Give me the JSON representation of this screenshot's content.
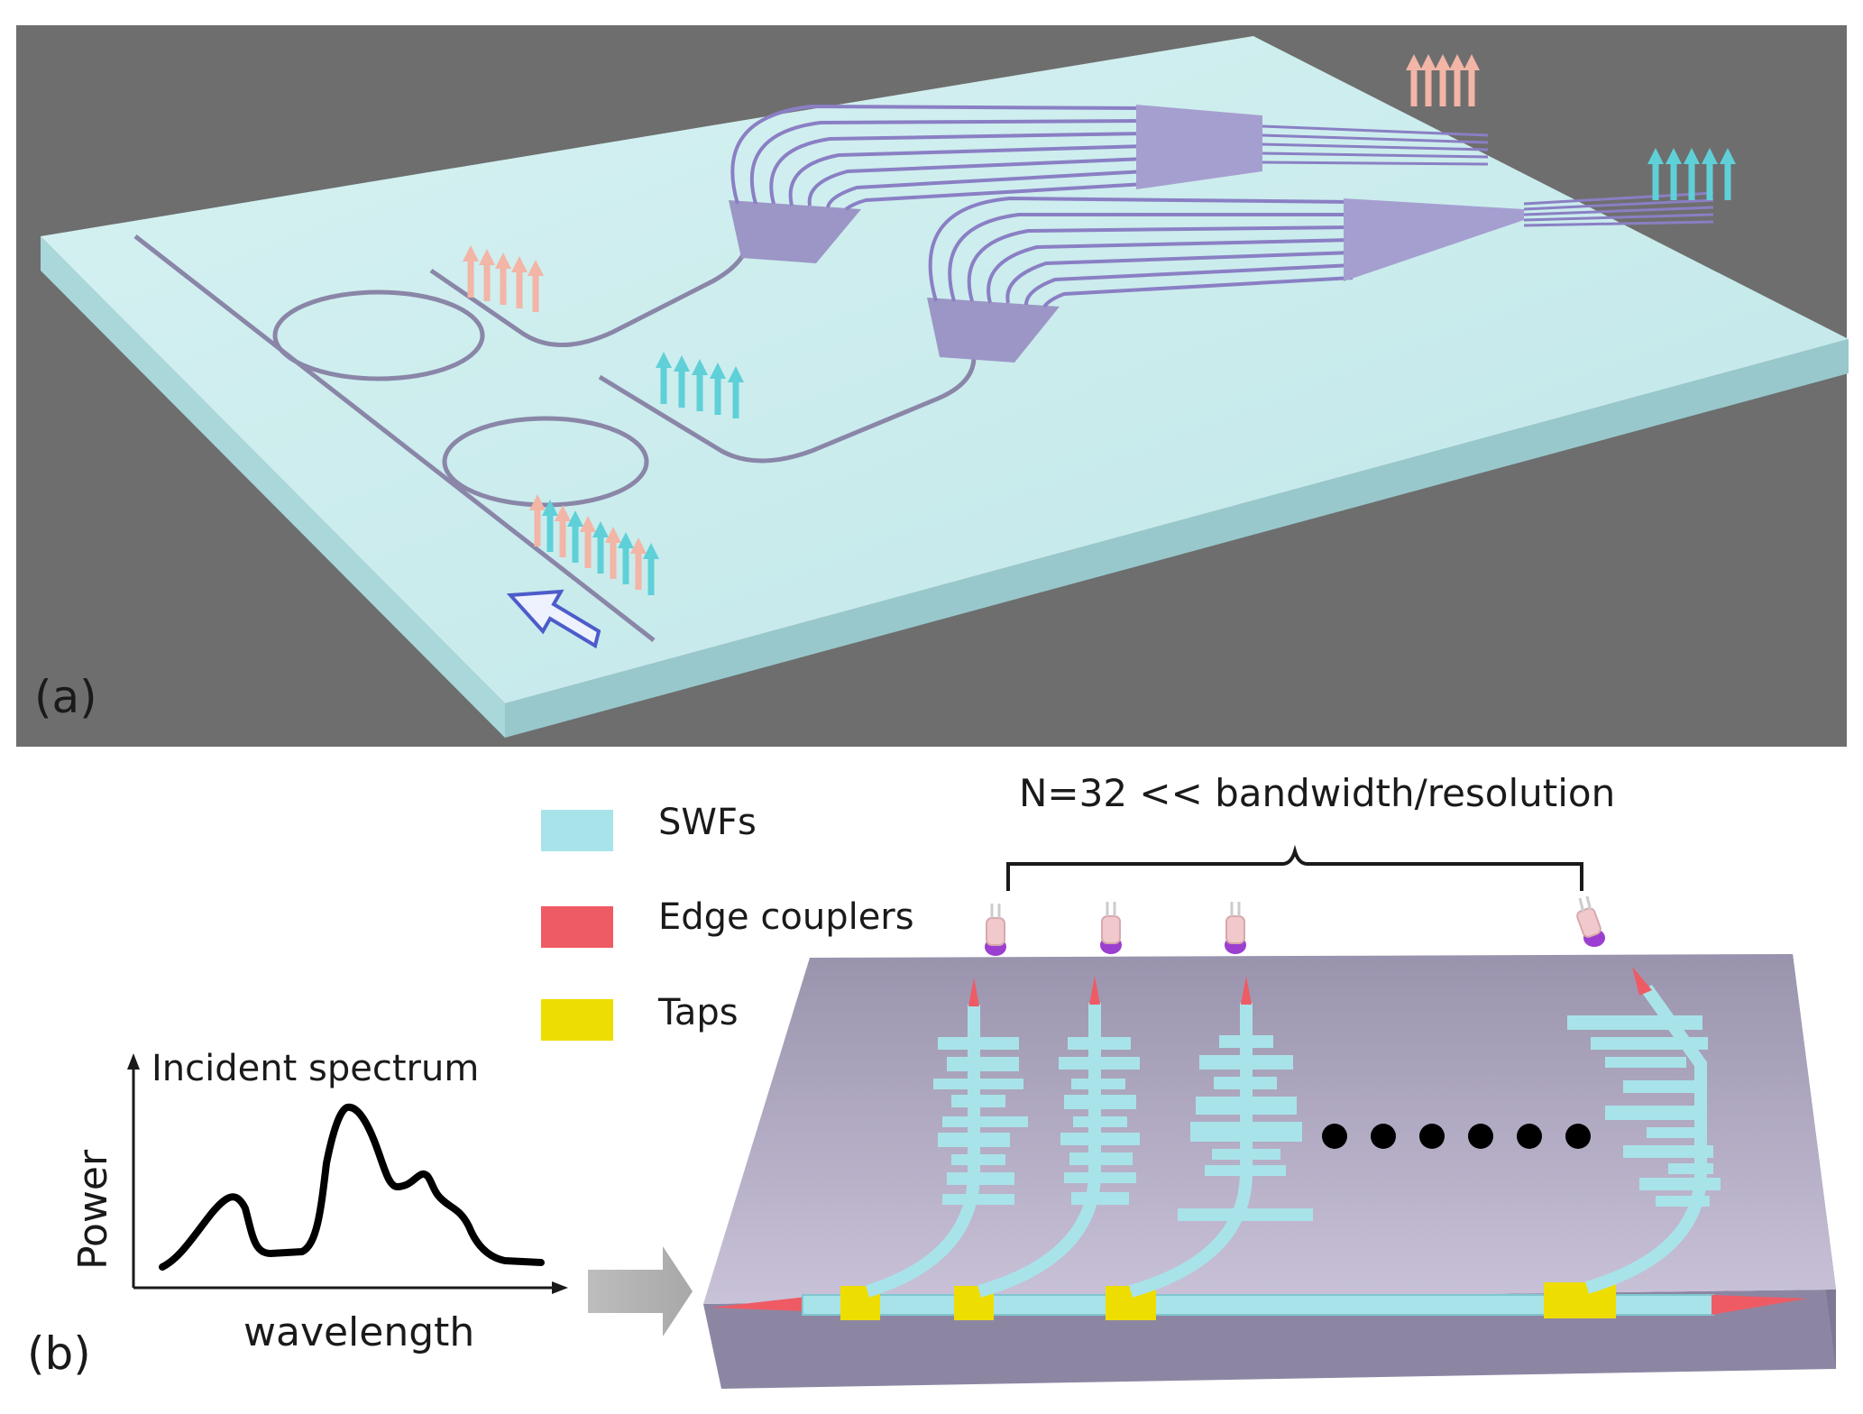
{
  "panel_a": {
    "label": "(a)"
  },
  "panel_b": {
    "label": "(b)",
    "legend": [
      {
        "label": "SWFs",
        "color": "#a9e3ea"
      },
      {
        "label": "Edge couplers",
        "color": "#ef5b64"
      },
      {
        "label": "Taps",
        "color": "#eedd00"
      }
    ],
    "count_note": "N=32 << bandwidth/resolution",
    "plot": {
      "title": "Incident spectrum",
      "ylabel": "Power",
      "xlabel": "wavelength"
    }
  },
  "colors": {
    "backdrop_gray": "#6e6e6e",
    "chip_top": "#c9ecec",
    "chip_side": "#9fcdd2",
    "waveguide_purple": "#8a7fc4",
    "arrow_pink": "#f2b5a6",
    "arrow_cyan": "#5fd0d8",
    "substrate_purple": "#b6aec9",
    "swf_cyan": "#a9e3ea",
    "coupler_red": "#ef5b64",
    "tap_yellow": "#eedd00"
  }
}
